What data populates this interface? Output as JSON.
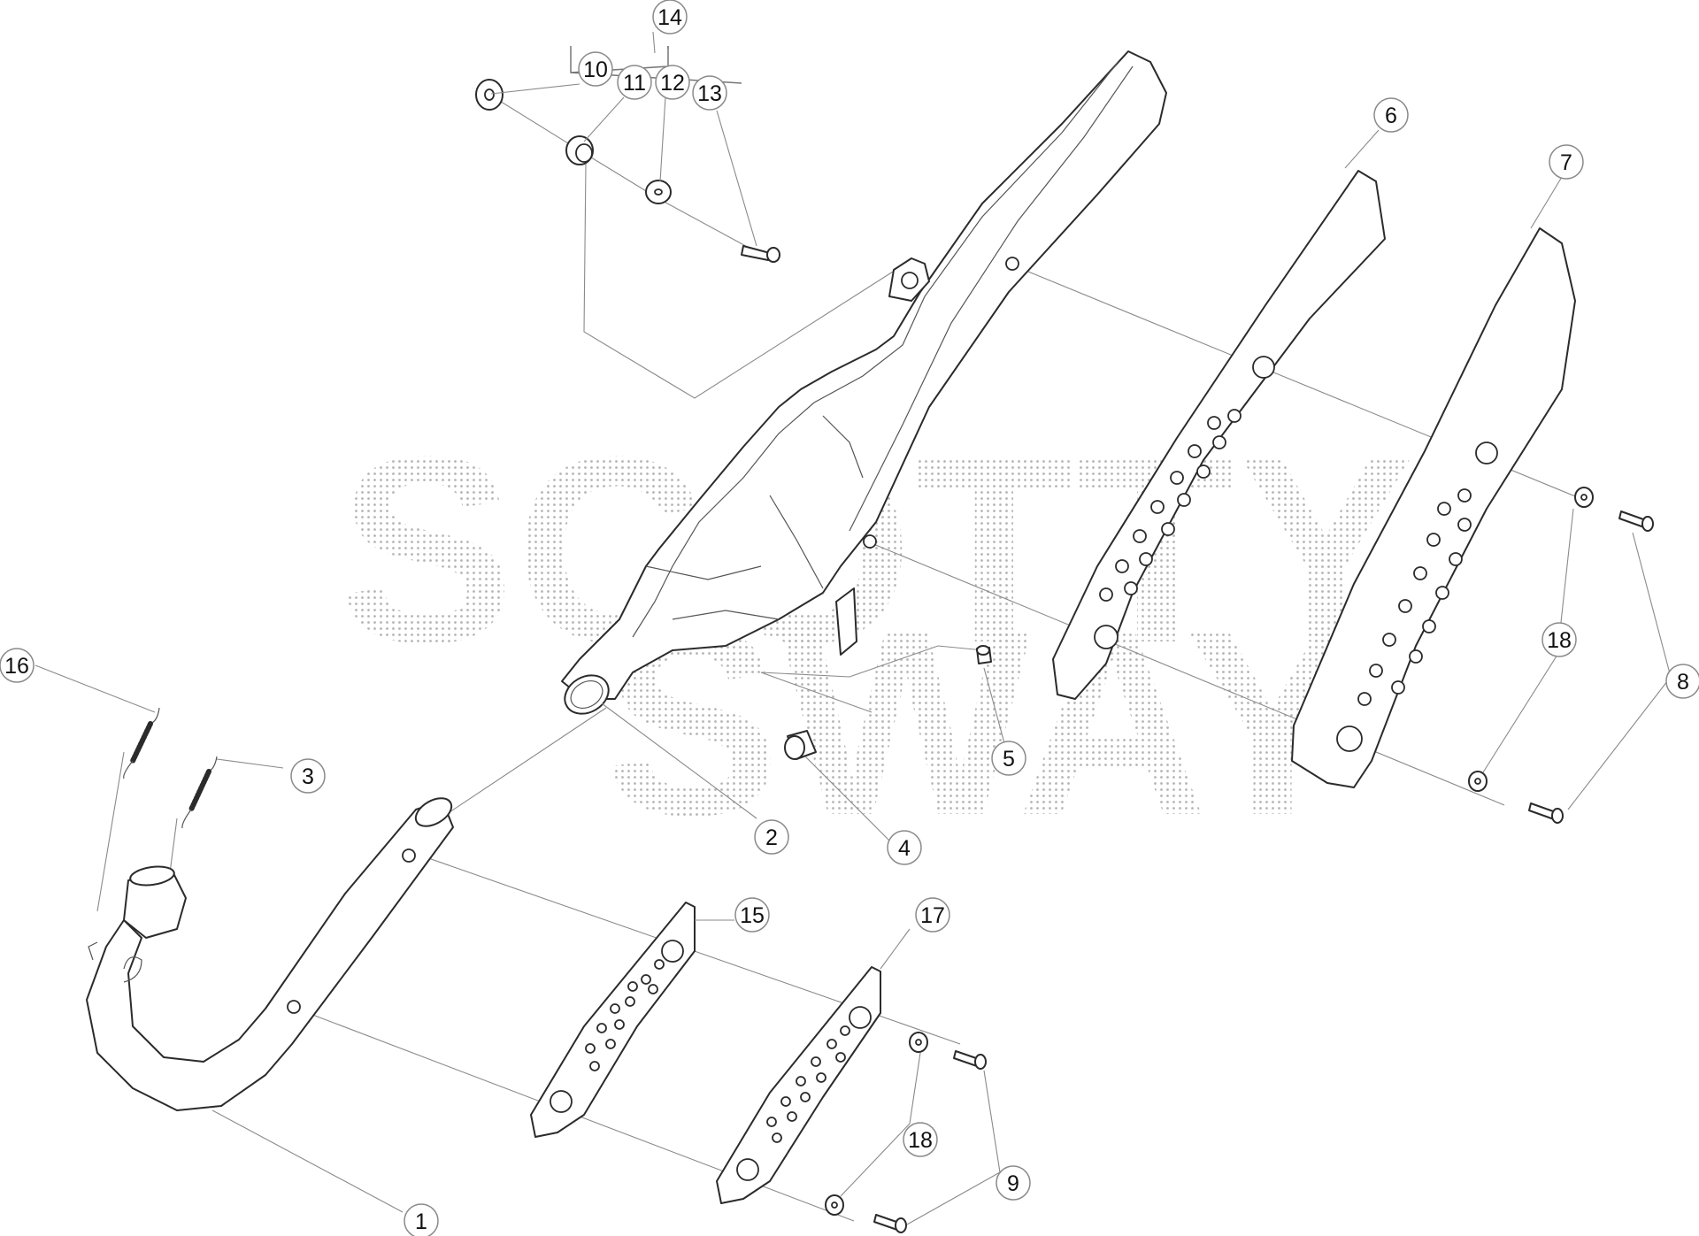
{
  "watermark": {
    "line1": "SCOTTY",
    "line2": "SWAY"
  },
  "callouts": [
    {
      "id": "c1",
      "label": "1"
    },
    {
      "id": "c2",
      "label": "2"
    },
    {
      "id": "c3",
      "label": "3"
    },
    {
      "id": "c4",
      "label": "4"
    },
    {
      "id": "c5",
      "label": "5"
    },
    {
      "id": "c6",
      "label": "6"
    },
    {
      "id": "c7",
      "label": "7"
    },
    {
      "id": "c8",
      "label": "8"
    },
    {
      "id": "c9",
      "label": "9"
    },
    {
      "id": "c10",
      "label": "10"
    },
    {
      "id": "c11",
      "label": "11"
    },
    {
      "id": "c12",
      "label": "12"
    },
    {
      "id": "c13",
      "label": "13"
    },
    {
      "id": "c14",
      "label": "14"
    },
    {
      "id": "c15",
      "label": "15"
    },
    {
      "id": "c16",
      "label": "16"
    },
    {
      "id": "c17",
      "label": "17"
    },
    {
      "id": "c18a",
      "label": "18"
    },
    {
      "id": "c18b",
      "label": "18"
    }
  ]
}
